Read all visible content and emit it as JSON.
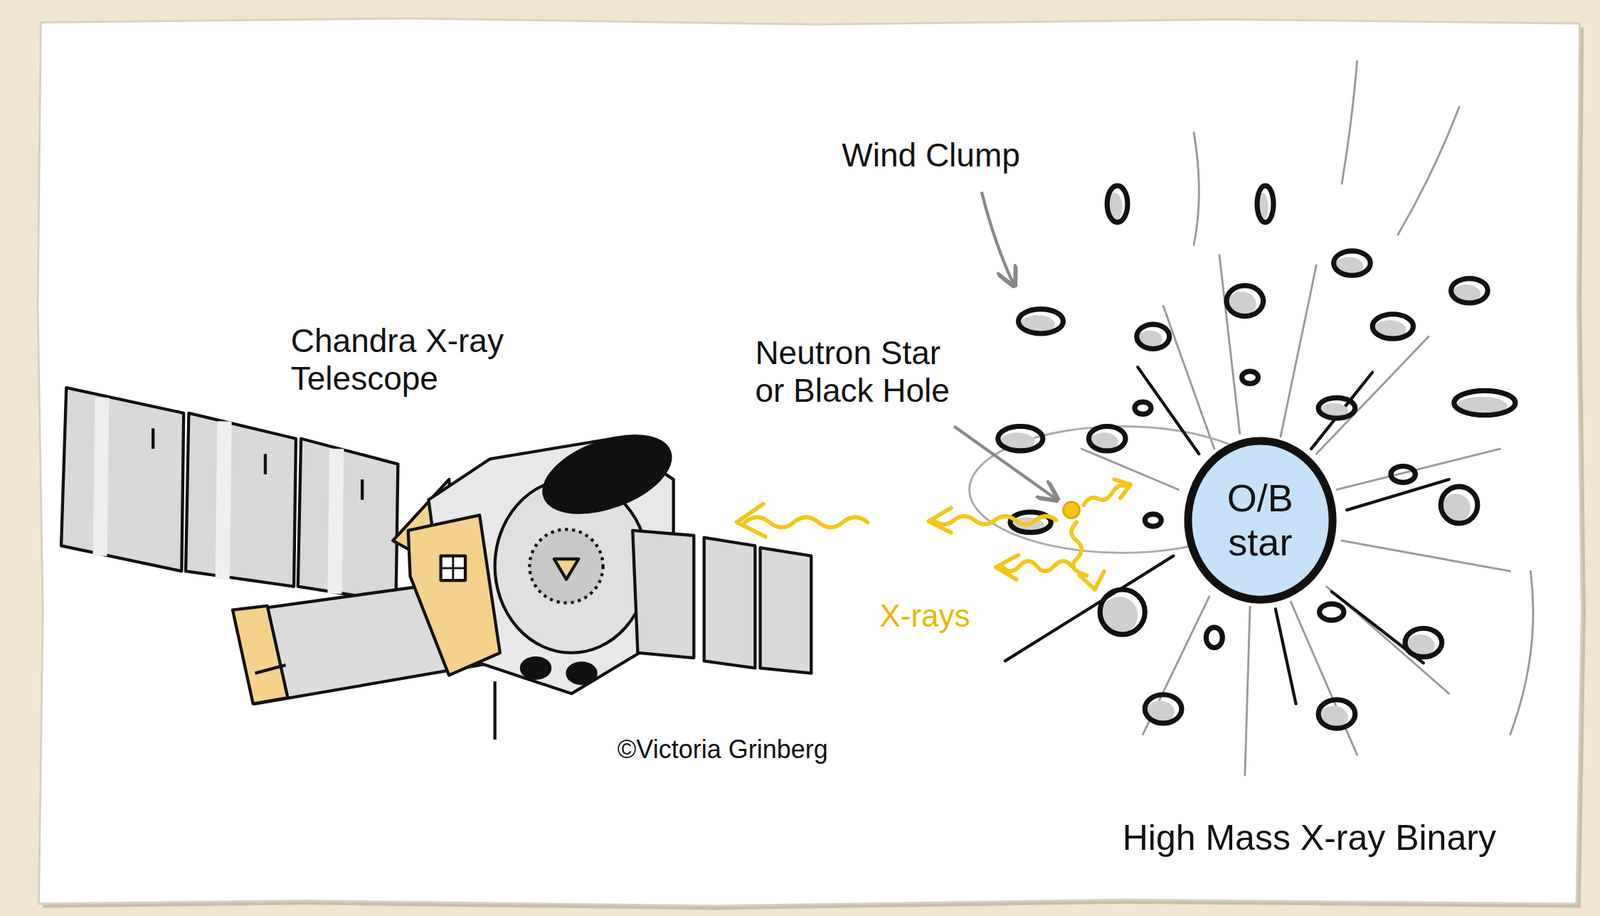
{
  "diagram": {
    "nodes": [
      {
        "text": [
          "O/B star"
        ]
      }
    ],
    "labels": [
      "Wind Clump",
      "Chandra X-ray Telescope",
      "Neutron Star or Black Hole",
      "X-rays",
      "©Victoria Grinberg",
      "High Mass X-ray Binary"
    ]
  }
}
